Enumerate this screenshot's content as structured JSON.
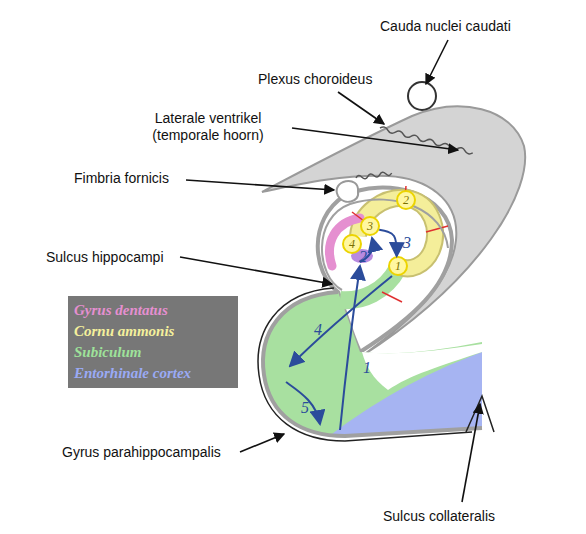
{
  "diagram": {
    "nodes": [
      {
        "text": [
          "2"
        ]
      },
      {
        "text": [
          "3"
        ]
      },
      {
        "text": [
          "4"
        ]
      },
      {
        "text": [
          "1"
        ]
      }
    ],
    "edges": [
      {
        "from": 1,
        "to": 3,
        "arrow": "to",
        "label": "3"
      }
    ],
    "labels": [
      "Cauda nuclei caudati",
      "Plexus choroideus",
      "Laterale ventrikel (temporale hoorn)",
      "Fimbria fornicis",
      "Sulcus hippocampi",
      "1",
      "2",
      "4",
      "5",
      "Gyrus parahippocampalis",
      "Sulcus collateralis"
    ],
    "legend": [
      {
        "text": "Gyrus dentatus",
        "color": "#e58fd0"
      },
      {
        "text": "Cornu ammonis",
        "color": "#f4f09c"
      },
      {
        "text": "Subiculum",
        "color": "#9ee29a"
      },
      {
        "text": "Entorhinale cortex",
        "color": "#9aaaf5"
      }
    ]
  }
}
